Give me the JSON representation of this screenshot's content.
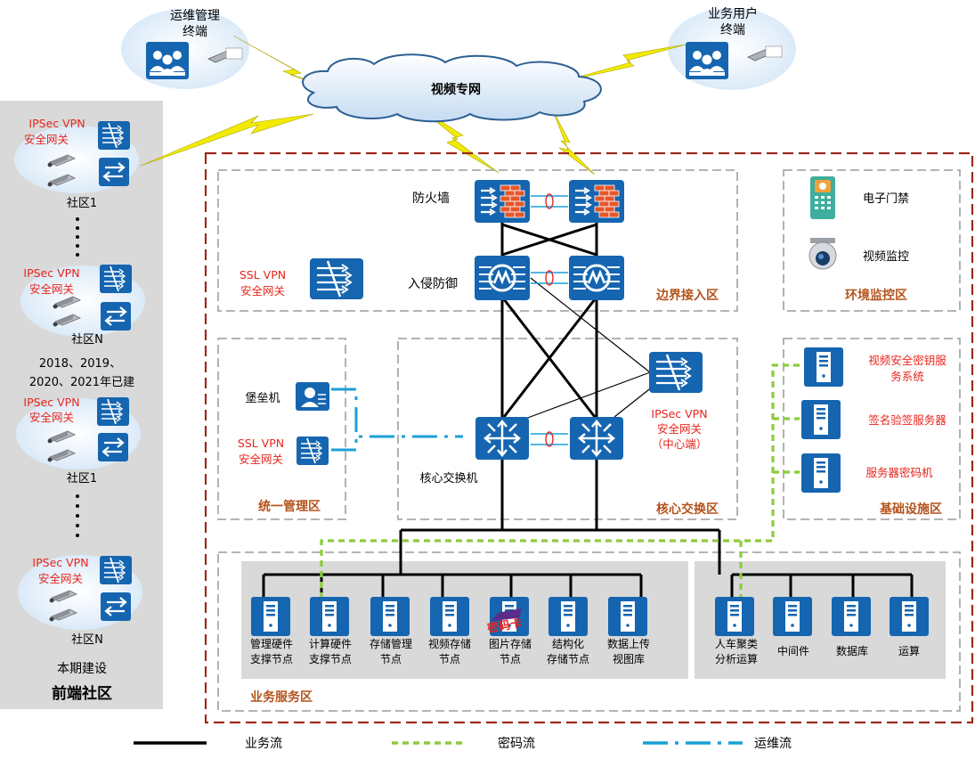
{
  "top": {
    "ops_terminal": [
      "运维管理",
      "终端"
    ],
    "biz_terminal": [
      "业务用户",
      "终端"
    ],
    "network": "视频专网"
  },
  "left_panel": {
    "community1_a": {
      "vpn": [
        "IPSec VPN",
        "安全网关"
      ],
      "name": "社区1"
    },
    "communityN_a": {
      "vpn": [
        "IPSec VPN",
        "安全网关"
      ],
      "name": "社区N"
    },
    "built_note": [
      "2018、2019、",
      "2020、2021年已建"
    ],
    "community1_b": {
      "vpn": [
        "IPSec VPN",
        "安全网关"
      ],
      "name": "社区1"
    },
    "communityN_b": {
      "vpn": [
        "IPSec VPN",
        "安全网关"
      ],
      "name": "社区N"
    },
    "current_note": "本期建设",
    "title": "前端社区"
  },
  "boundary_zone": {
    "firewall": "防火墙",
    "ips": "入侵防御",
    "ssl_vpn": [
      "SSL VPN",
      "安全网关"
    ],
    "title": "边界接入区"
  },
  "env_zone": {
    "door": "电子门禁",
    "camera": "视频监控",
    "title": "环境监控区"
  },
  "mgmt_zone": {
    "bastion": "堡垒机",
    "ssl_vpn": [
      "SSL VPN",
      "安全网关"
    ],
    "title": "统一管理区"
  },
  "core_zone": {
    "ipsec_center": [
      "IPSec VPN",
      "安全网关",
      "（中心端）"
    ],
    "core_switch": "核心交换机",
    "title": "核心交换区"
  },
  "infra_zone": {
    "items": [
      [
        "视频安全密钥服",
        "务系统"
      ],
      [
        "签名验签服务器"
      ],
      [
        "服务器密码机"
      ]
    ],
    "title": "基础设施区"
  },
  "service_zone": {
    "servers_a": [
      [
        "管理硬件",
        "支撑节点"
      ],
      [
        "计算硬件",
        "支撑节点"
      ],
      [
        "存储管理",
        "节点"
      ],
      [
        "视频存储",
        "节点"
      ],
      [
        "图片存储",
        "节点"
      ],
      [
        "结构化",
        "存储节点"
      ],
      [
        "数据上传",
        "视图库"
      ]
    ],
    "servers_b": [
      [
        "人车聚类",
        "分析运算"
      ],
      [
        "中间件"
      ],
      [
        "数据库"
      ],
      [
        "运算"
      ]
    ],
    "stamp": "密码卡",
    "title": "业务服务区"
  },
  "legend": {
    "business": "业务流",
    "crypto": "密码流",
    "ops": "运维流"
  },
  "colors": {
    "device_blue": "#1565b0",
    "zone_dash": "#b0b0b0",
    "outer_dash": "#9b2a1e",
    "crypto_green": "#8ccc3c",
    "ops_cyan": "#1aa0d8",
    "bolt_yellow": "#f2ea00"
  }
}
